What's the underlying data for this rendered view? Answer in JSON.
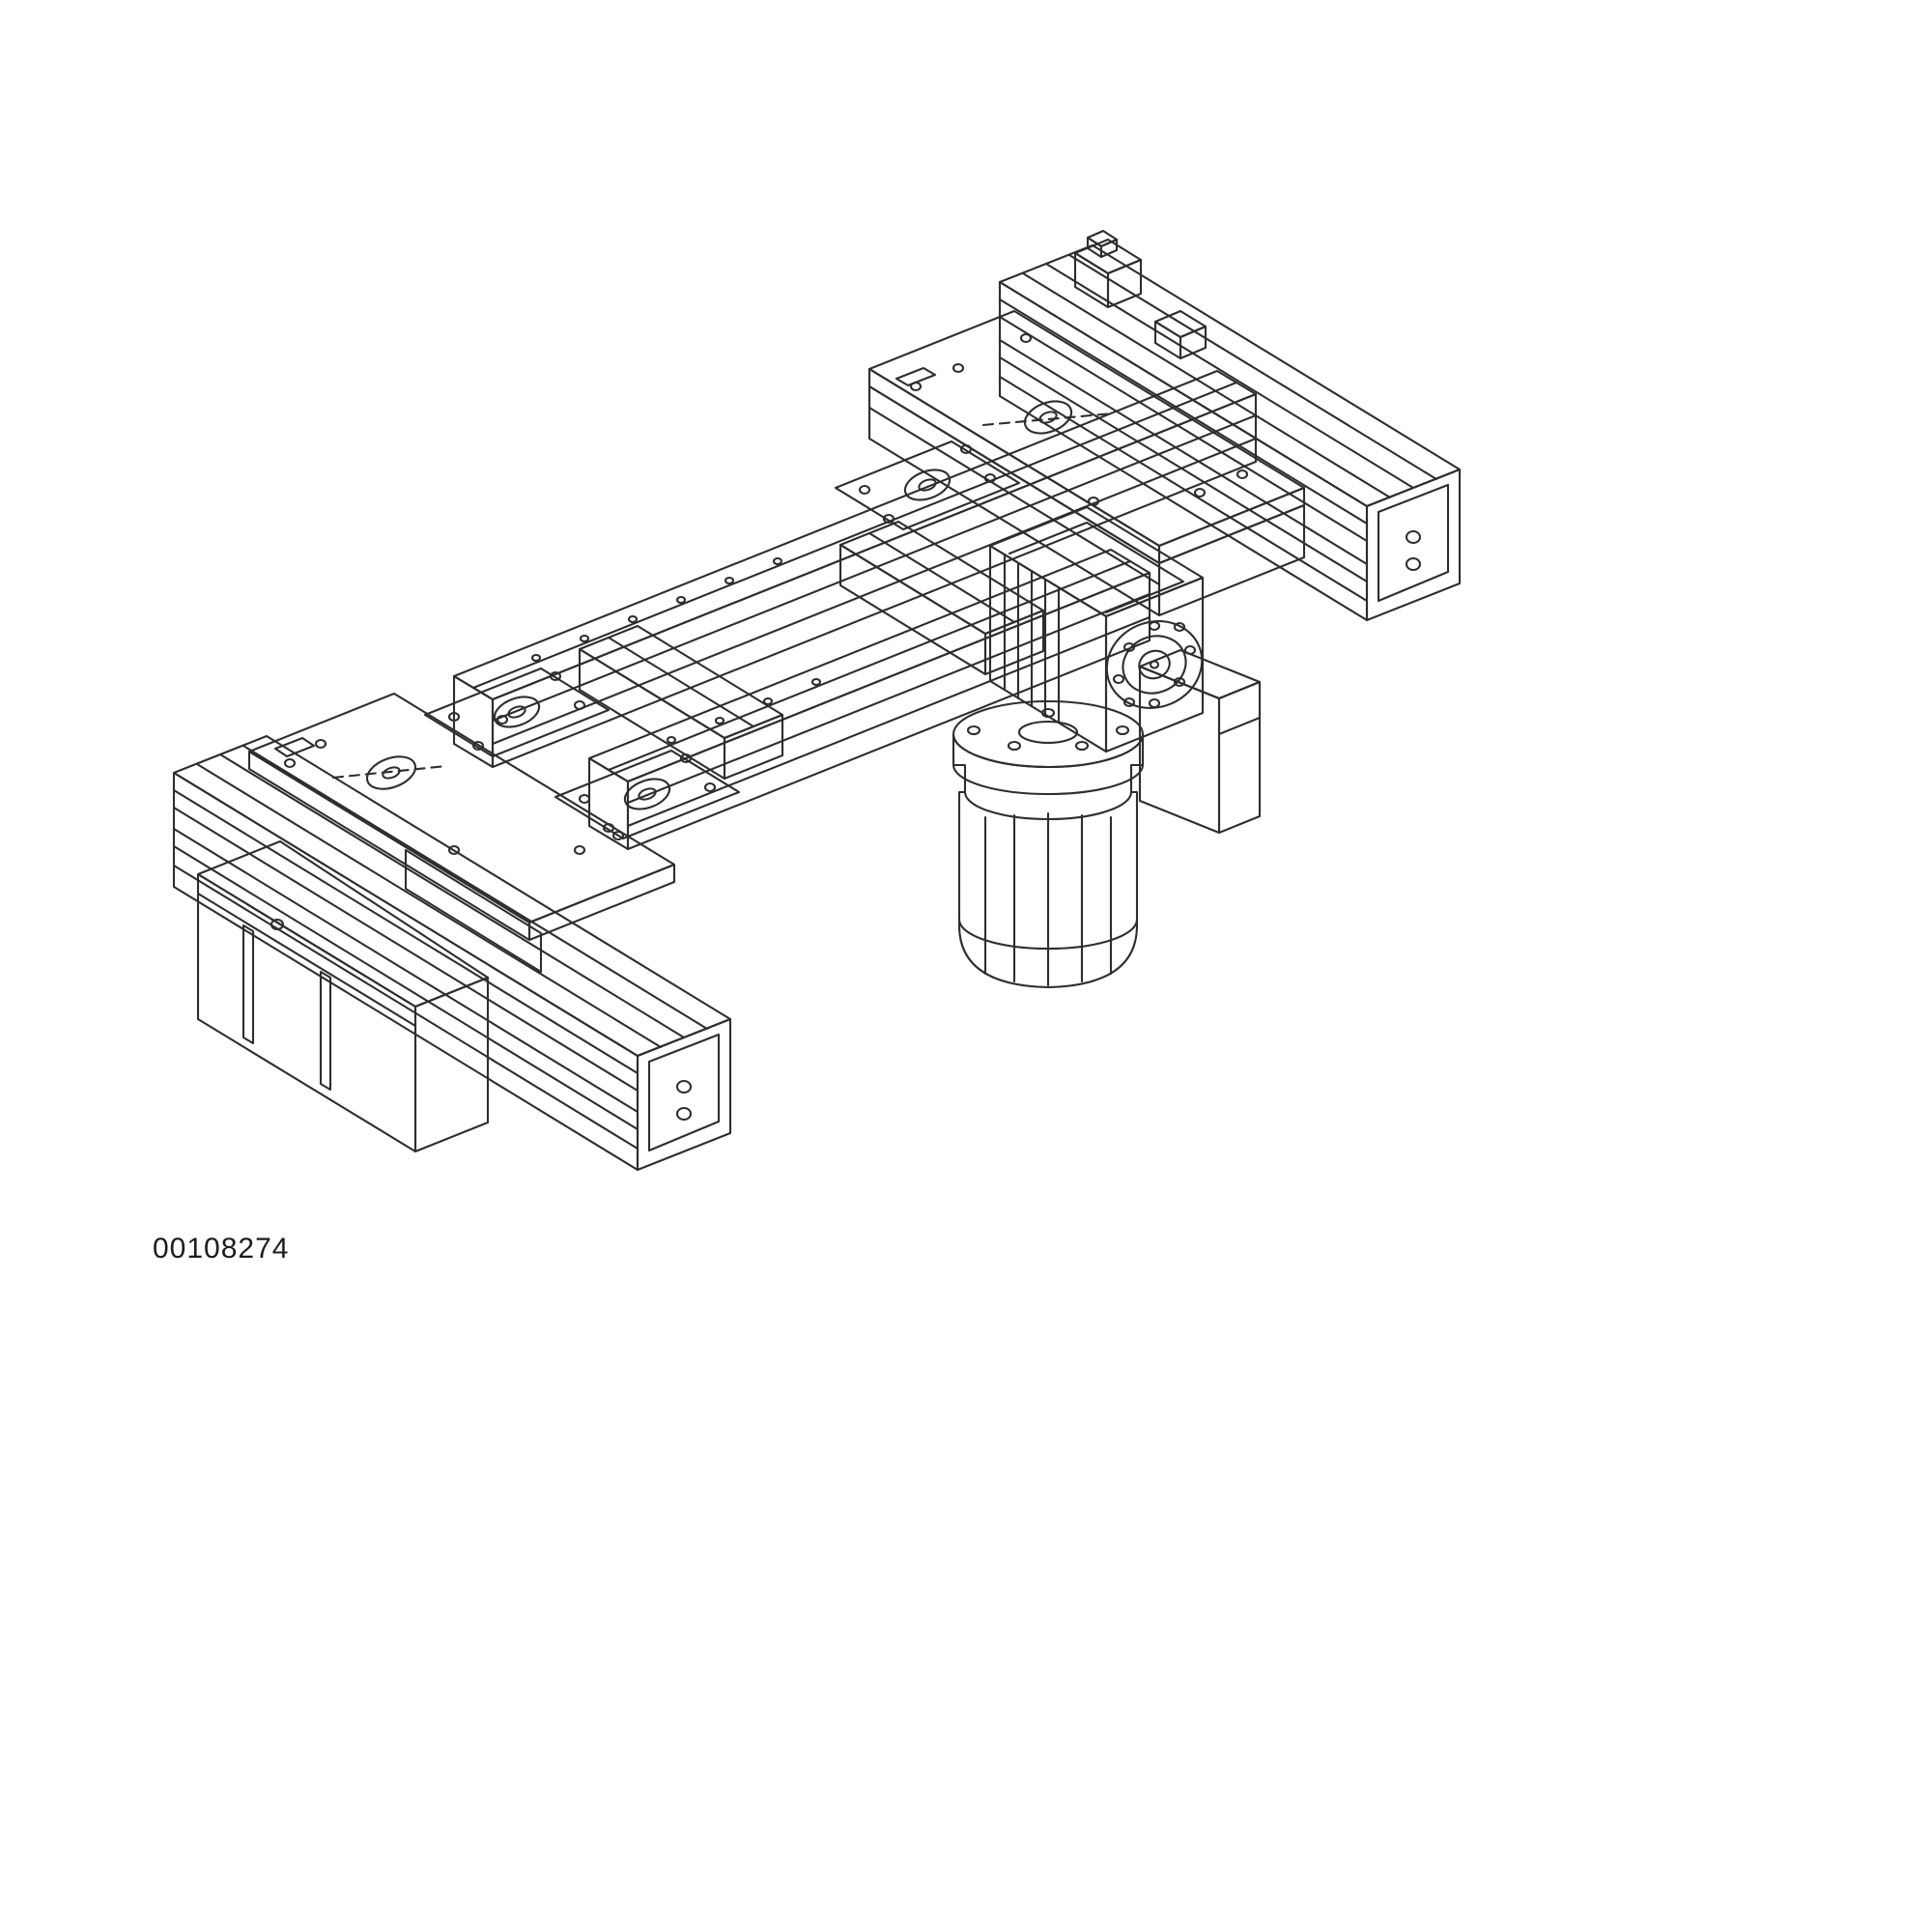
{
  "page": {
    "background_color": "#ffffff"
  },
  "figure": {
    "number_label": "00108274",
    "kind": "isometric-technical-line-drawing",
    "palette": {
      "outline": "#2e2e2e",
      "fill_white": "#ffffff",
      "fill_light": "#f5f5f5",
      "fill_mid": "#e9e9e9",
      "fill_shade": "#dadada",
      "fill_dark": "#c9c9c9",
      "page_bg": "#ffffff"
    },
    "parts": [
      {
        "name": "cross-profile-rail-upper-right"
      },
      {
        "name": "sensor-block"
      },
      {
        "name": "limit-switch-block"
      },
      {
        "name": "longitudinal-beam-rear"
      },
      {
        "name": "connector-block-1"
      },
      {
        "name": "connector-block-2"
      },
      {
        "name": "longitudinal-beam-front"
      },
      {
        "name": "bearing-plate-1"
      },
      {
        "name": "bearing-plate-2"
      },
      {
        "name": "bearing-plate-3"
      },
      {
        "name": "transverse-carriage-upper-right"
      },
      {
        "name": "hanging-drive-box"
      },
      {
        "name": "cross-profile-rail-lower-left"
      },
      {
        "name": "transverse-carriage-lower-left"
      },
      {
        "name": "terminal-box"
      },
      {
        "name": "drive-motor"
      },
      {
        "name": "gearbox"
      }
    ]
  }
}
